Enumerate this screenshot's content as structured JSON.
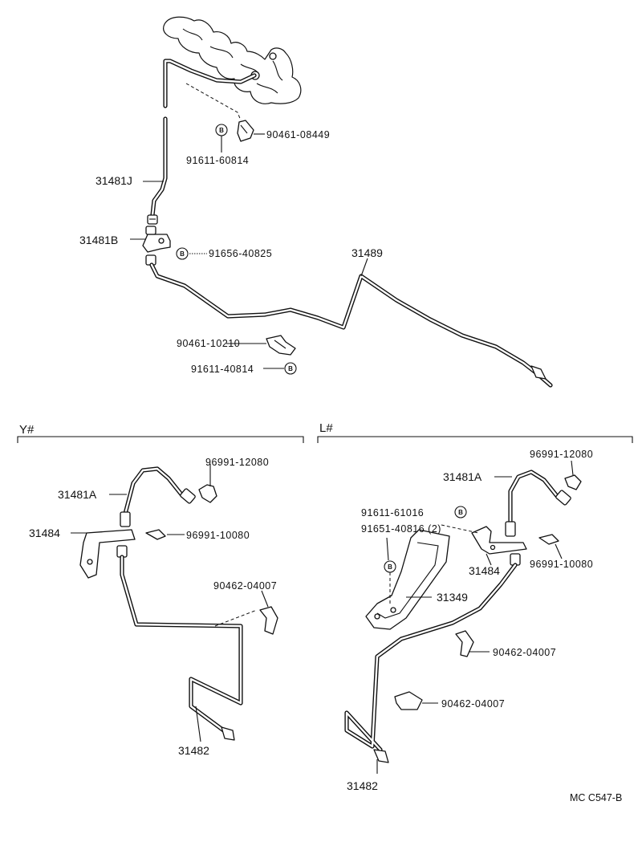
{
  "sections": {
    "y": "Y#",
    "l": "L#"
  },
  "bolt_marker": "B",
  "footer_code": "MC  C547-B",
  "labels": {
    "p90461_08449": "90461-08449",
    "p91611_60814": "91611-60814",
    "p31481J": "31481J",
    "p31481B": "31481B",
    "p91656_40825": "91656-40825",
    "p31489": "31489",
    "p90461_10210": "90461-10210",
    "p91611_40814": "91611-40814",
    "y96991_12080": "96991-12080",
    "y31481A": "31481A",
    "y31484": "31484",
    "y96991_10080": "96991-10080",
    "y90462_04007": "90462-04007",
    "y31482": "31482",
    "l96991_12080": "96991-12080",
    "l31481A": "31481A",
    "l91611_61016": "91611-61016",
    "l91651_40816": "91651-40816 (2)",
    "l31484": "31484",
    "l96991_10080": "96991-10080",
    "l31349": "31349",
    "l90462_04007a": "90462-04007",
    "l90462_04007b": "90462-04007",
    "l31482": "31482"
  }
}
